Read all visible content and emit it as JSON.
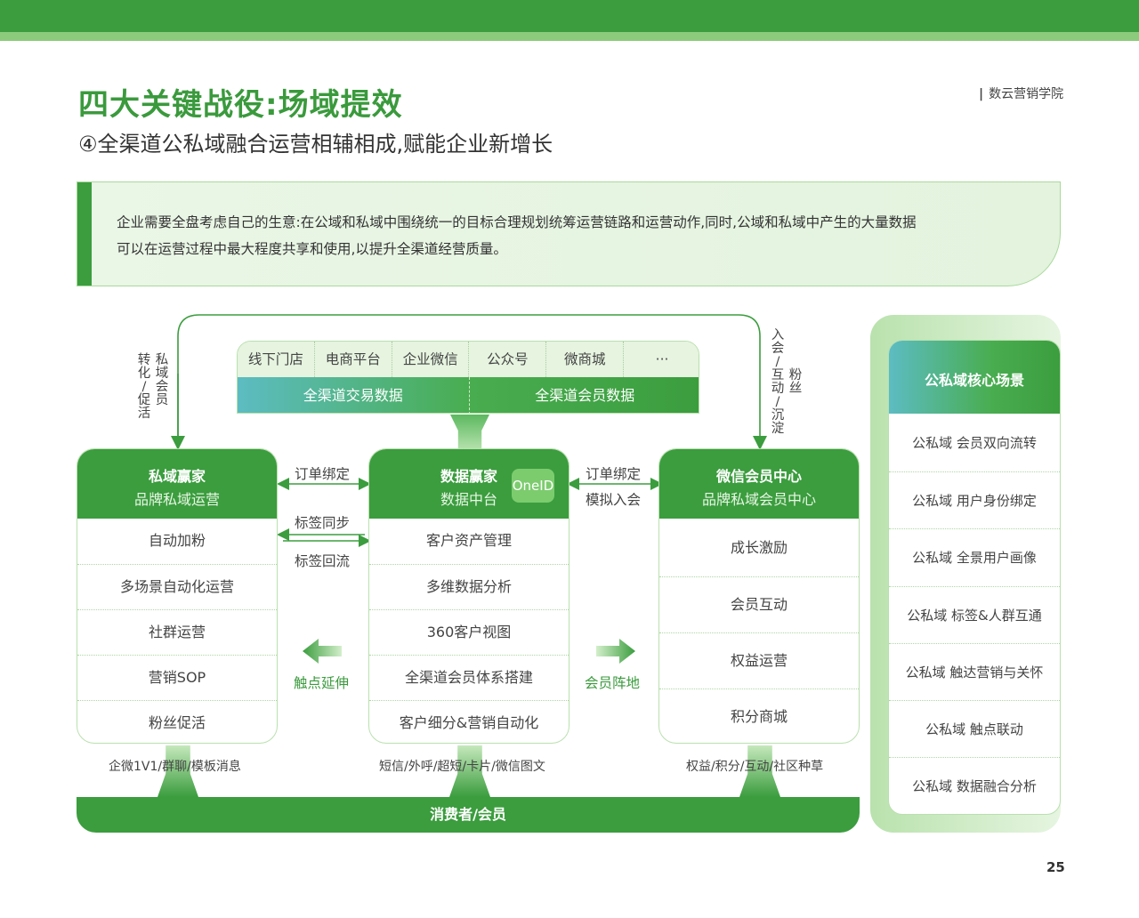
{
  "header": {
    "title": "四大关键战役:场域提效",
    "subtitle": "④全渠道公私域融合运营相辅相成,赋能企业新增长",
    "brand": "数云营销学院",
    "page_number": "25"
  },
  "intro": {
    "line1": "企业需要全盘考虑自己的生意:在公域和私域中围绕统一的目标合理规划统筹运营链路和运营动作,同时,公域和私域中产生的大量数据",
    "line2": "可以在运营过程中最大程度共享和使用,以提升全渠道经营质量。"
  },
  "channels": [
    "线下门店",
    "电商平台",
    "企业微信",
    "公众号",
    "微商城",
    "···"
  ],
  "data_labels": [
    "全渠道交易数据",
    "全渠道会员数据"
  ],
  "left_vertical": {
    "col1": [
      "转",
      "化",
      "/",
      "促",
      "活"
    ],
    "col2": [
      "私",
      "域",
      "会",
      "员"
    ]
  },
  "right_vertical": {
    "col1": [
      "入",
      "会",
      "/",
      "互",
      "动",
      "/",
      "沉",
      "淀"
    ],
    "col2": [
      "粉",
      "丝"
    ]
  },
  "columns": {
    "left": {
      "title": "私域赢家",
      "subtitle": "品牌私域运营",
      "items": [
        "自动加粉",
        "多场景自动化运营",
        "社群运营",
        "营销SOP",
        "粉丝促活"
      ]
    },
    "center": {
      "title": "数据赢家",
      "subtitle": "数据中台",
      "badge": "OneID",
      "items": [
        "客户资产管理",
        "多维数据分析",
        "360客户视图",
        "全渠道会员体系搭建",
        "客户细分&营销自动化"
      ]
    },
    "right": {
      "title": "微信会员中心",
      "subtitle": "品牌私域会员中心",
      "items": [
        "成长激励",
        "会员互动",
        "权益运营",
        "积分商城"
      ]
    }
  },
  "links": {
    "left_top": "订单绑定",
    "left_mid1": "标签同步",
    "left_mid2": "标签回流",
    "left_arrow": "触点延伸",
    "right_top1": "订单绑定",
    "right_top2": "模拟入会",
    "right_arrow": "会员阵地"
  },
  "bottom": {
    "left": "企微1V1/群聊/模板消息",
    "center": "短信/外呼/超短/卡片/微信图文",
    "right": "权益/积分/互动/社区种草",
    "bar": "消费者/会员"
  },
  "scenes": {
    "title": "公私域核心场景",
    "items": [
      "公私域 会员双向流转",
      "公私域 用户身份绑定",
      "公私域 全景用户画像",
      "公私域 标签&人群互通",
      "公私域 触达营销与关怀",
      "公私域 触点联动",
      "公私域 数据融合分析"
    ]
  },
  "colors": {
    "primary": "#3b9d3e",
    "light": "#e6f4e0",
    "teal": "#5cbcc2"
  }
}
